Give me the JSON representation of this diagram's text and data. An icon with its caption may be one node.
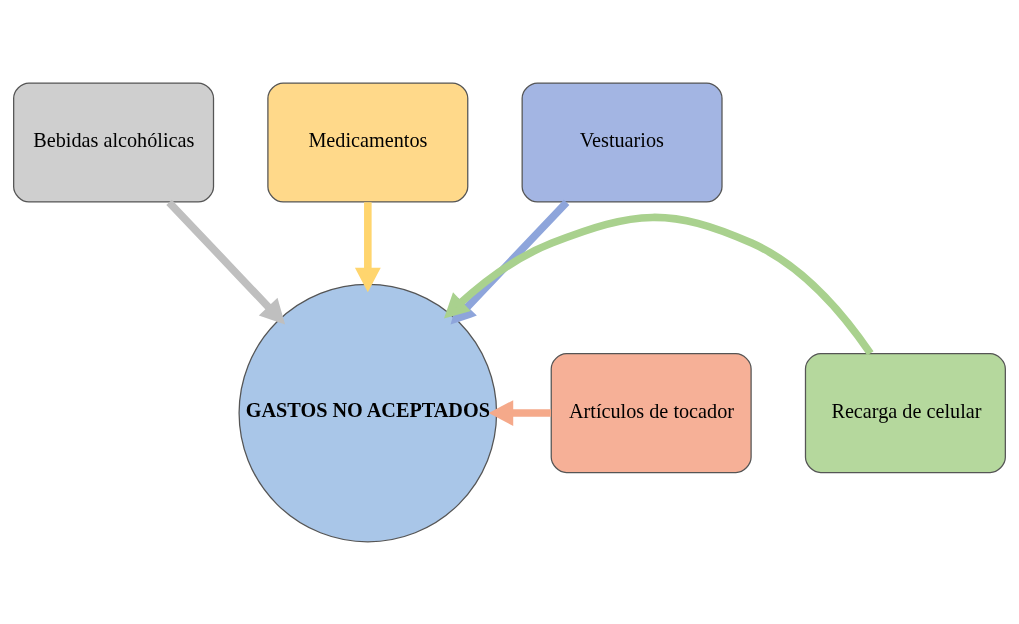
{
  "diagram": {
    "nodes": [
      {
        "text": [
          "Medicamentos"
        ]
      },
      {
        "text": [
          "Bebidas alcohólicas"
        ]
      },
      {
        "text": [
          "Vestuarios"
        ]
      },
      {
        "text": [
          "Artículos de tocador"
        ]
      },
      {
        "text": [
          "GASTOS NO ACEPTADOS"
        ]
      },
      {
        "text": [
          "Recarga de celular"
        ]
      }
    ],
    "edges": [
      {
        "from": 0,
        "to": 4,
        "arrow": "to",
        "color": "#ffd56e"
      },
      {
        "from": 1,
        "to": 4,
        "arrow": "to",
        "color": "#bfbfbf"
      },
      {
        "from": 2,
        "to": 4,
        "arrow": "to",
        "color": "#8ea5db"
      },
      {
        "from": 3,
        "to": 4,
        "arrow": "to",
        "color": "#f5a98a"
      },
      {
        "from": 5,
        "to": 4,
        "arrow": "to",
        "color": "#a9d18e"
      }
    ]
  }
}
